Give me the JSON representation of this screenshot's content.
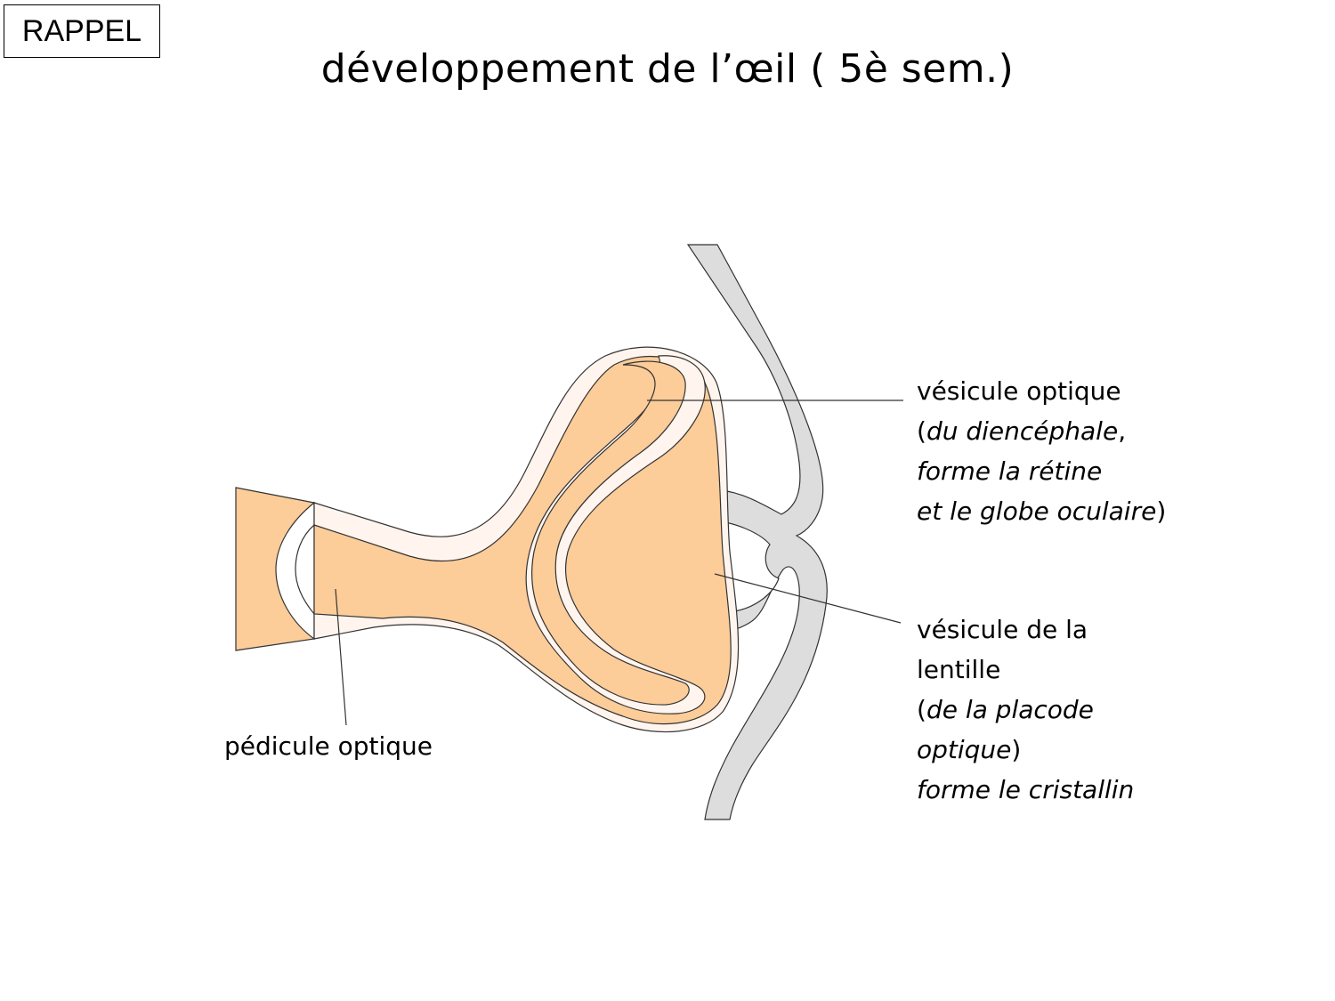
{
  "badge": "RAPPEL",
  "title": "développement de l’œil ( 5è sem.)",
  "colors": {
    "neural_tissue": "#fccc99",
    "neural_light": "#fff5ee",
    "surface_ectoderm": "#dddddd",
    "outline": "#333333"
  },
  "labels": {
    "vesicule_optique": {
      "l1": "vésicule optique",
      "l2_open": "(",
      "l2_it": "du diencéphale",
      "l2_close": ",",
      "l3_it": "forme la rétine",
      "l4_it": "et le globe oculaire",
      "l4_close": ")"
    },
    "vesicule_lentille": {
      "l1": "vésicule de la",
      "l2": "lentille",
      "l3_open": "(",
      "l3_it": "de la placode",
      "l4_it": "optique",
      "l4_close": ")",
      "l5_it": "forme le cristallin"
    },
    "pedicule_optique": "pédicule optique"
  }
}
